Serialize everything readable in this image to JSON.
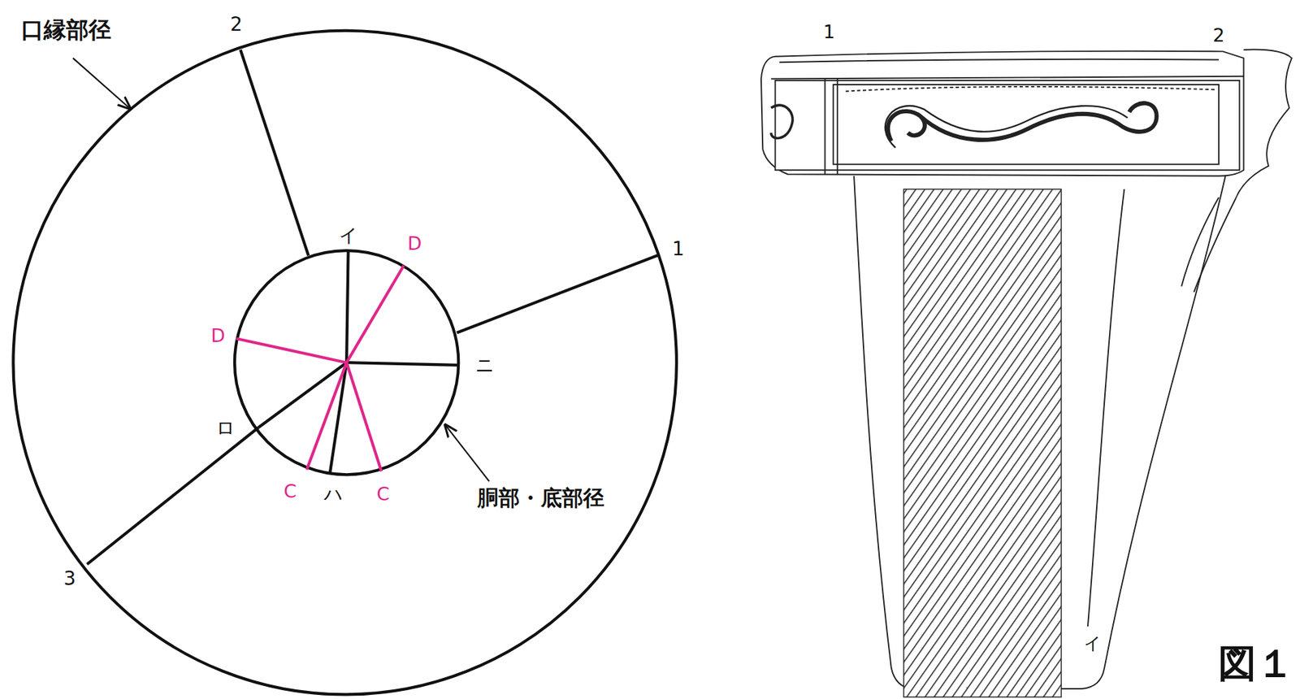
{
  "diagram": {
    "labels": [
      "口縁部径",
      "2",
      "1",
      "3",
      "イ",
      "D",
      "D",
      "ニ",
      "ロ",
      "C",
      "ハ",
      "C",
      "胴部・底部径",
      "1",
      "2",
      "イ",
      "図１"
    ]
  }
}
